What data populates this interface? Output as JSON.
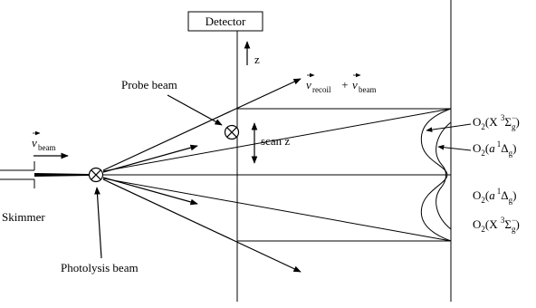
{
  "labels": {
    "detector": "Detector",
    "z_axis": "z",
    "probe_beam": "Probe beam",
    "scan_z": "scan z",
    "skimmer": "Skimmer",
    "photolysis_beam": "Photolysis beam",
    "v": "v",
    "beam": "beam",
    "recoil": "recoil",
    "plus": " + "
  },
  "states": {
    "o2": "O",
    "two": "2",
    "ground_open": "(X ",
    "ground_sup": "3",
    "sigma": "Σ",
    "sigma_minus": "−",
    "g": "g",
    "close": ")",
    "excited_open": "(",
    "excited_a": "a",
    "excited_sup": "1",
    "delta": "Δ"
  }
}
